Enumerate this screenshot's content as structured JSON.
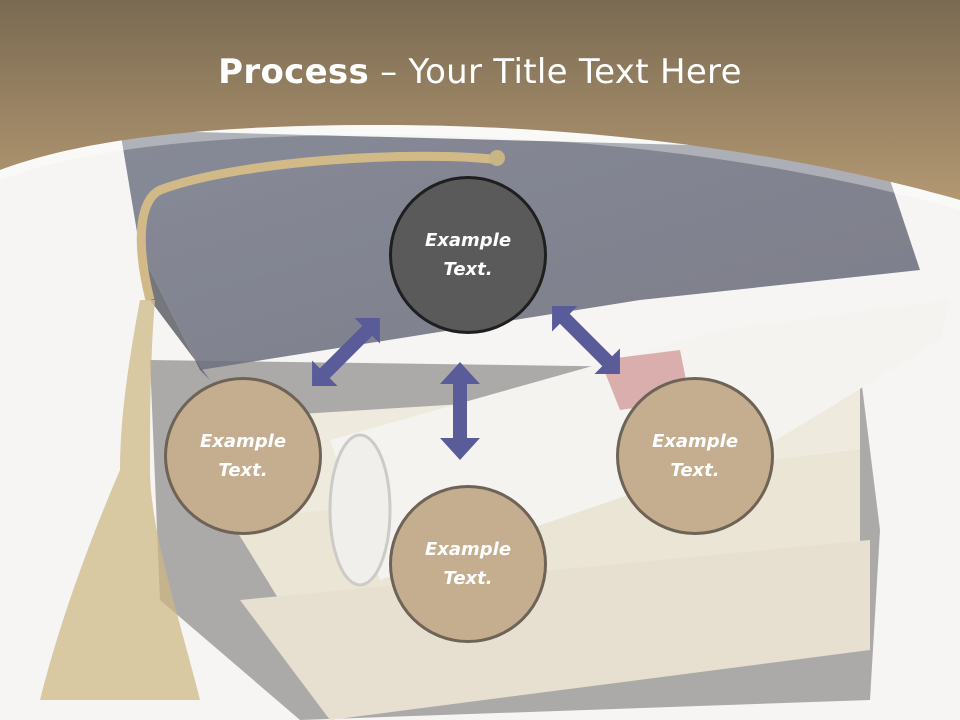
{
  "slide": {
    "title_bold": "Process",
    "title_dash": " – ",
    "title_rest": "Your Title Text Here",
    "nodes": [
      {
        "label": "Example\nText."
      },
      {
        "label": "Example\nText."
      },
      {
        "label": "Example\nText."
      },
      {
        "label": "Example\nText."
      }
    ]
  },
  "colors": {
    "header_brown": "#8a7558",
    "node_dark": "#5a5a5a",
    "node_tan": "#c4ae8f",
    "arrow": "#5a5c9a"
  },
  "icons": [
    "graduation-cap-icon",
    "double-arrow-icon"
  ]
}
